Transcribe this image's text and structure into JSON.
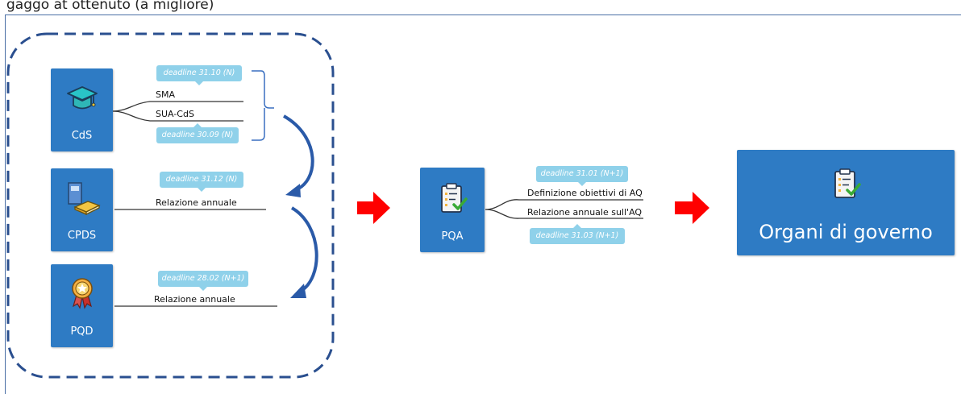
{
  "header_fragment": "gaggo at ottenuto (a migliore)",
  "nodes": {
    "cds": {
      "label": "CdS",
      "icon": "graduation-cap-icon"
    },
    "cpds": {
      "label": "CPDS",
      "icon": "books-icon"
    },
    "pqd": {
      "label": "PQD",
      "icon": "award-medal-icon"
    },
    "pqa": {
      "label": "PQA",
      "icon": "checklist-icon"
    },
    "governo": {
      "label": "Organi di governo",
      "icon": "checklist-icon"
    }
  },
  "cds_branch": {
    "deadline_top": "deadline 31.10 (N)",
    "item_1": "SMA",
    "item_2": "SUA-CdS",
    "deadline_bottom": "deadline 30.09 (N)"
  },
  "cpds_branch": {
    "deadline": "deadline 31.12 (N)",
    "item": "Relazione annuale"
  },
  "pqd_branch": {
    "deadline": "deadline 28.02 (N+1)",
    "item": "Relazione annuale"
  },
  "pqa_branch": {
    "deadline_top": "deadline 31.01 (N+1)",
    "item_1": "Definizione obiettivi di AQ",
    "item_2": "Relazione annuale sull'AQ",
    "deadline_bottom": "deadline 31.03 (N+1)"
  },
  "colors": {
    "node_blue": "#2e7bc4",
    "tag_blue": "#8fd1ea",
    "dashed_border": "#2a4f8f",
    "flow_arrow": "#2a5aa8",
    "red_arrow": "#ff0000"
  }
}
